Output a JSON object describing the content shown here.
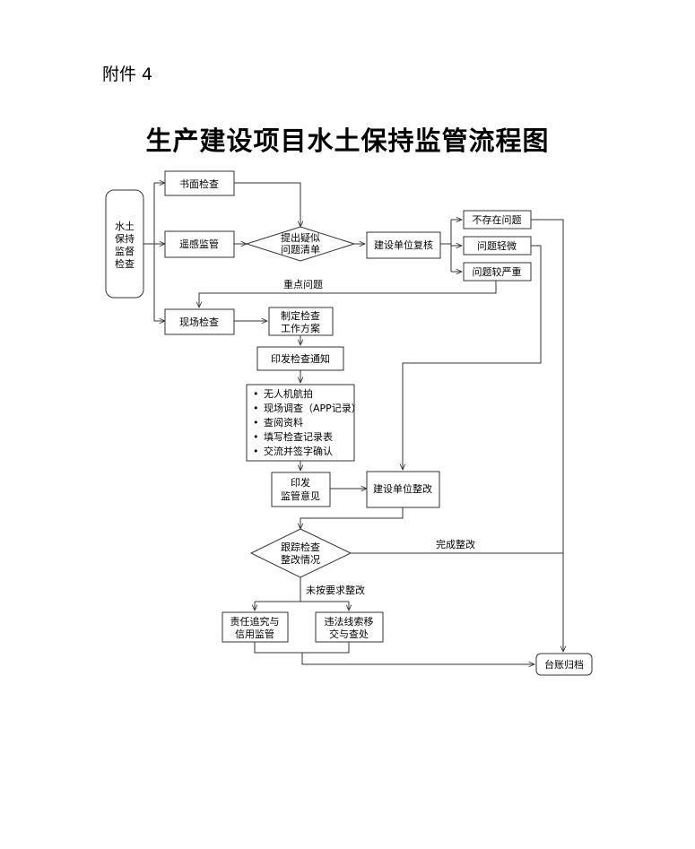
{
  "attachment_label": "附件 4",
  "title": "生产建设项目水土保持监管流程图",
  "nodes": {
    "start": [
      "水土",
      "保持",
      "监督",
      "检查"
    ],
    "paper_check": "书面检查",
    "remote_sensing": "遥感监管",
    "issue_list": [
      "提出疑似",
      "问题清单"
    ],
    "unit_review": "建设单位复核",
    "no_problem": "不存在问题",
    "minor_problem": "问题轻微",
    "serious_problem": "问题较严重",
    "site_check": "现场检查",
    "plan": [
      "制定检查",
      "工作方案"
    ],
    "notice": "印发检查通知",
    "task_list": [
      "无人机航拍",
      "现场调查（APP记录）",
      "查阅资料",
      "填写检查记录表",
      "交流并签字确认"
    ],
    "opinion": [
      "印发",
      "监管意见"
    ],
    "rectify": "建设单位整改",
    "track": [
      "跟踪检查",
      "整改情况"
    ],
    "accountability": [
      "责任追究与",
      "信用监管"
    ],
    "transfer": [
      "违法线索移",
      "交与查处"
    ],
    "archive": "台账归档"
  },
  "edge_labels": {
    "key_issue": "重点问题",
    "completed": "完成整改",
    "not_rectified": "未按要求整改"
  }
}
